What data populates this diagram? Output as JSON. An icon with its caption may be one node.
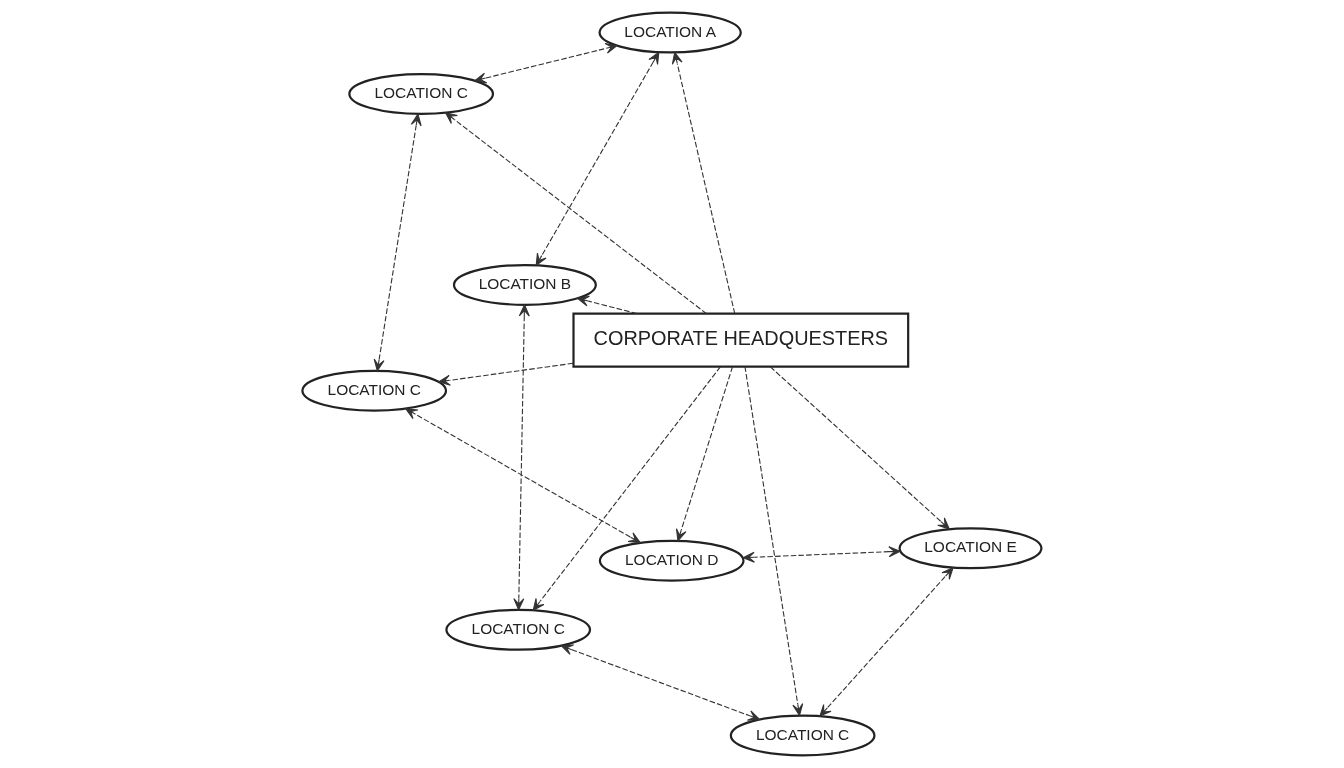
{
  "diagram": {
    "nodes": [
      {
        "text": [
          "LOCATION B"
        ]
      },
      {
        "text": [
          "LOCATION A"
        ]
      },
      {
        "text": [
          "LOCATION C"
        ]
      },
      {
        "text": [
          "LOCATION C"
        ]
      },
      {
        "text": [
          "CORPORATE HEADQUESTERS"
        ]
      },
      {
        "text": [
          "LOCATION C"
        ]
      },
      {
        "text": [
          "LOCATION C"
        ]
      },
      {
        "text": [
          "LOCATION E"
        ]
      },
      {
        "text": [
          "LOCATION D"
        ]
      }
    ],
    "edges": [
      {
        "from": 4,
        "to": 0,
        "arrow": "to",
        "style": "dashed"
      },
      {
        "from": 4,
        "to": 1,
        "arrow": "to",
        "style": "dashed"
      },
      {
        "from": 4,
        "to": 2,
        "arrow": "to",
        "style": "dashed"
      },
      {
        "from": 4,
        "to": 3,
        "arrow": "to",
        "style": "dashed"
      },
      {
        "from": 4,
        "to": 5,
        "arrow": "to",
        "style": "dashed"
      },
      {
        "from": 4,
        "to": 6,
        "arrow": "to",
        "style": "dashed"
      },
      {
        "from": 4,
        "to": 7,
        "arrow": "to",
        "style": "dashed"
      },
      {
        "from": 4,
        "to": 8,
        "arrow": "to",
        "style": "dashed"
      },
      {
        "from": 1,
        "to": 0,
        "arrow": "both",
        "style": "dashed"
      },
      {
        "from": 0,
        "to": 2,
        "arrow": "both",
        "style": "dashed"
      },
      {
        "from": 2,
        "to": 5,
        "arrow": "both",
        "style": "dashed"
      },
      {
        "from": 5,
        "to": 7,
        "arrow": "both",
        "style": "dashed"
      },
      {
        "from": 7,
        "to": 8,
        "arrow": "both",
        "style": "dashed"
      },
      {
        "from": 8,
        "to": 6,
        "arrow": "both",
        "style": "dashed"
      },
      {
        "from": 6,
        "to": 3,
        "arrow": "both",
        "style": "dashed"
      },
      {
        "from": 3,
        "to": 1,
        "arrow": "both",
        "style": "dashed"
      }
    ]
  }
}
